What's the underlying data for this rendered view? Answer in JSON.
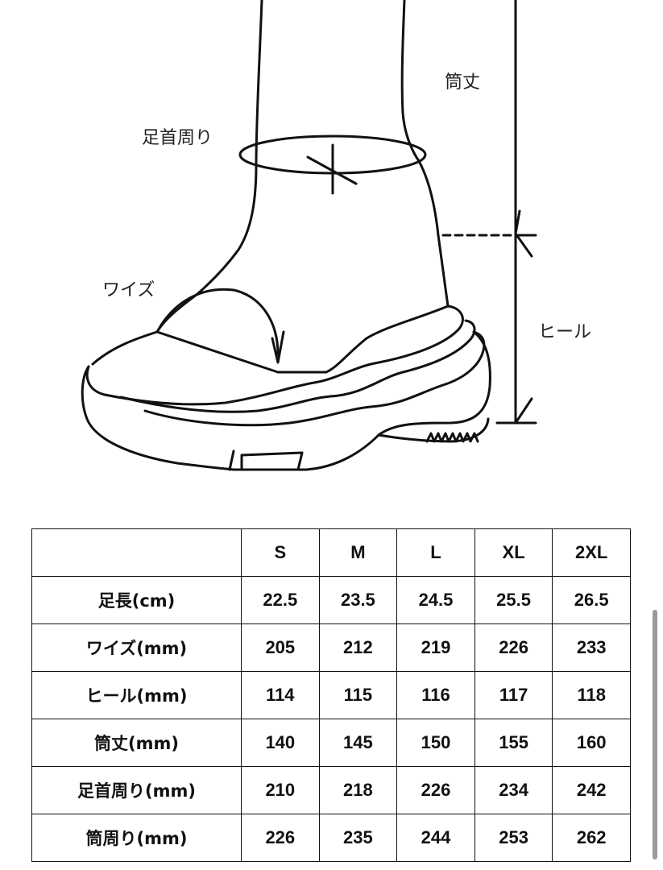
{
  "labels": {
    "tsutsutake": "筒丈",
    "ashikubi": "足首周り",
    "waizu": "ワイズ",
    "heel": "ヒール"
  },
  "table": {
    "sizes": [
      "S",
      "M",
      "L",
      "XL",
      "2XL"
    ],
    "rows": [
      {
        "label": "足長(cm)",
        "values": [
          "22.5",
          "23.5",
          "24.5",
          "25.5",
          "26.5"
        ]
      },
      {
        "label": "ワイズ(mm)",
        "values": [
          "205",
          "212",
          "219",
          "226",
          "233"
        ]
      },
      {
        "label": "ヒール(mm)",
        "values": [
          "114",
          "115",
          "116",
          "117",
          "118"
        ]
      },
      {
        "label": "筒丈(mm)",
        "values": [
          "140",
          "145",
          "150",
          "155",
          "160"
        ]
      },
      {
        "label": "足首周り(mm)",
        "values": [
          "210",
          "218",
          "226",
          "234",
          "242"
        ]
      },
      {
        "label": "筒周り(mm)",
        "values": [
          "226",
          "235",
          "244",
          "253",
          "262"
        ]
      }
    ]
  }
}
